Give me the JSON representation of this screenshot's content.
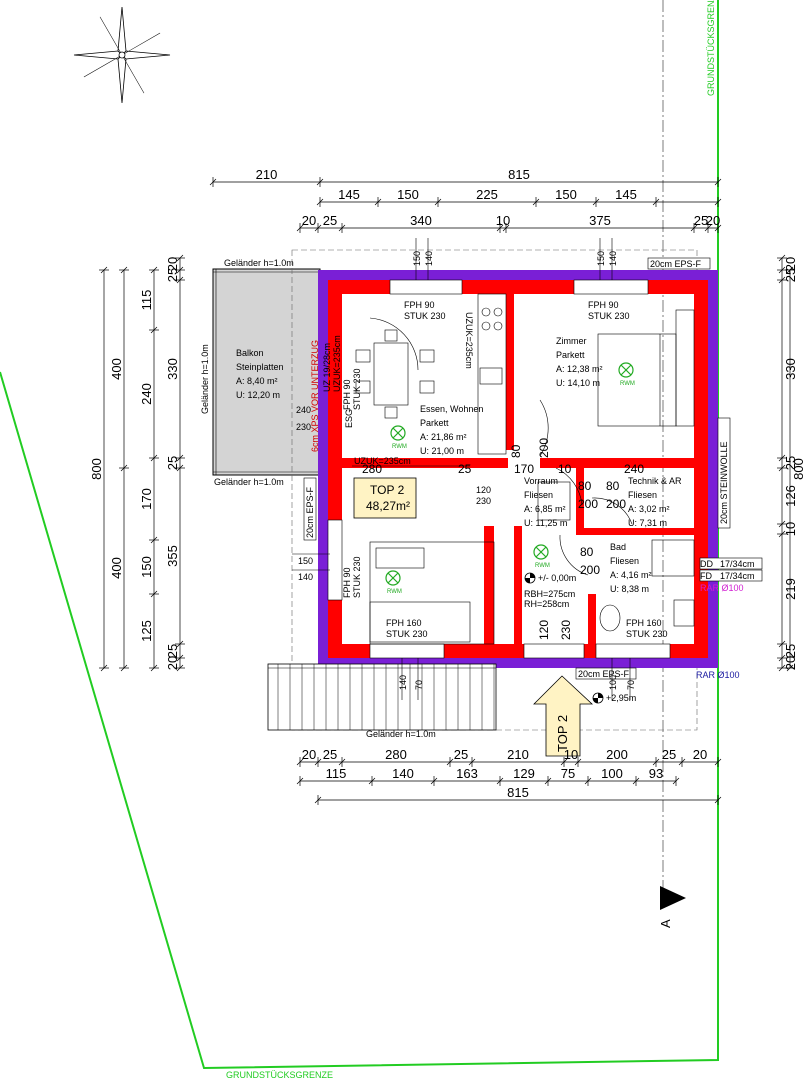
{
  "site": {
    "boundary_label_bottom": "GRUNDSTÜCKSGRENZE",
    "boundary_label_right": "GRUNDSTÜCKSGRENZE",
    "section_marker": "A"
  },
  "dimensions": {
    "top_row1": [
      "210",
      "815"
    ],
    "top_row2": [
      "145",
      "150",
      "225",
      "150",
      "145"
    ],
    "top_row3": [
      "20",
      "25",
      "340",
      "10",
      "375",
      "25",
      "20"
    ],
    "bottom_row1": [
      "20",
      "25",
      "280",
      "25",
      "210",
      "10",
      "200",
      "25",
      "20"
    ],
    "bottom_row2": [
      "115",
      "140",
      "163",
      "129",
      "75",
      "100",
      "93"
    ],
    "bottom_row3": [
      "815"
    ],
    "left_outer": [
      "800"
    ],
    "left_mid": [
      "400",
      "400"
    ],
    "left_inner": [
      "115",
      "240",
      "170",
      "150",
      "125"
    ],
    "left_detail": [
      "20",
      "25",
      "330",
      "25",
      "355",
      "25",
      "20"
    ],
    "right_outer": [
      "800"
    ],
    "right_inner": [
      "20",
      "25",
      "330",
      "25",
      "126",
      "10",
      "219",
      "25",
      "20"
    ],
    "window_heights": [
      "150",
      "140",
      "150",
      "140",
      "150",
      "140",
      "100",
      "70",
      "140",
      "70"
    ]
  },
  "rooms": [
    {
      "name": "Balkon",
      "finish": "Steinplatten",
      "area": "A: 8,40 m²",
      "perimeter": "U: 12,20 m"
    },
    {
      "name": "Essen, Wohnen",
      "finish": "Parkett",
      "area": "A: 21,86 m²",
      "perimeter": "U: 21,00 m"
    },
    {
      "name": "Zimmer",
      "finish": "Parkett",
      "area": "A: 12,38 m²",
      "perimeter": "U: 14,10 m"
    },
    {
      "name": "Vorraum",
      "finish": "Fliesen",
      "area": "A: 6,85 m²",
      "perimeter": "U: 11,25 m"
    },
    {
      "name": "Technik & AR",
      "finish": "Fliesen",
      "area": "A: 3,02 m²",
      "perimeter": "U: 7,31 m"
    },
    {
      "name": "Bad",
      "finish": "Fliesen",
      "area": "A: 4,16 m²",
      "perimeter": "U: 8,38 m"
    }
  ],
  "unit": {
    "name": "TOP 2",
    "area": "48,27m²"
  },
  "entrance_label": "TOP 2",
  "railings": [
    "Geländer h=1.0m",
    "Geländer h=1.0m",
    "Geländer h=1.0m",
    "Geländer h=1.0m"
  ],
  "windows": [
    {
      "type": "FPH 90",
      "height": "STUK 230"
    },
    {
      "type": "FPH 90",
      "height": "STUK 230"
    },
    {
      "type": "FPH 90",
      "height": "STUK 230"
    },
    {
      "type": "FPH 160",
      "height": "STUK 230"
    },
    {
      "type": "FPH 160",
      "height": "STUK 230"
    },
    {
      "type": "FPH 90",
      "height": "STUK 230"
    }
  ],
  "notes": {
    "eps_top": "20cm EPS-F",
    "eps_left": "20cm EPS-F",
    "eps_bottom": "20cm EPS-F",
    "steinwolle": "20cm STEINWOLLE",
    "xps": "6cm XPS VOR UNTERZUG",
    "uz": "UZ 19/28cm",
    "uzuk1": "UZUK=235cm",
    "uzuk2": "UZUK=235cm",
    "uzuk3": "UZUK=235cm",
    "esg": "ESG",
    "rwm": "RWM",
    "level0": "+/- 0,00m",
    "rbh": "RBH=275cm",
    "rh": "RH=258cm",
    "level_entry": "+2,95m",
    "d1": "17/34cm",
    "d2": "17/34cm",
    "d1_prefix": "DD",
    "d2_prefix": "FD",
    "rar1": "RAR Ø100",
    "rar2": "RAR Ø100",
    "door_80a": "80",
    "door_200a": "200",
    "door_80b": "80",
    "door_200b": "200",
    "door_80c": "80",
    "door_200c": "200",
    "door_80d": "80",
    "door_200d": "200",
    "inner_170": "170",
    "inner_10": "10",
    "inner_240": "240",
    "inner_280": "280",
    "inner_25": "25",
    "inner_120": "120",
    "inner_230": "230",
    "inner_120b": "120",
    "inner_230b": "230",
    "balkon_240": "240",
    "balkon_230": "230"
  },
  "colors": {
    "wall": "#ff0000",
    "insulation": "#7a1fd6",
    "balcony_fill": "#d4d4d4",
    "unit_label_fill": "#fff3c4",
    "site_boundary": "#22cc22",
    "rwm": "#22aa22",
    "magenta_note": "#d21fd2",
    "blue_note": "#1a1aa0"
  },
  "icons": {
    "compass": "north-arrow-icon",
    "detector": "smoke-detector-icon",
    "level": "level-marker-icon",
    "entrance": "entrance-arrow-icon"
  }
}
